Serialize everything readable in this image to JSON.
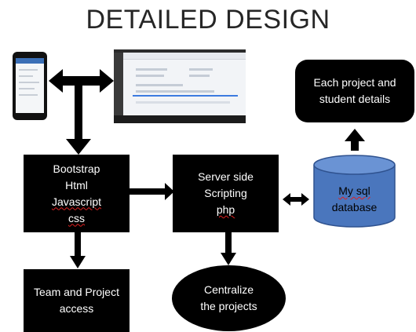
{
  "title": "DETAILED DESIGN",
  "nodes": {
    "frontend": {
      "line1": "Bootstrap",
      "line2": "Html",
      "line3": "Javascript",
      "line4": "css"
    },
    "server": {
      "line1": "Server side",
      "line2": "Scripting",
      "line3": "php"
    },
    "database": {
      "line1": "My sql",
      "line2": "database"
    },
    "details": {
      "line1": "Each project and",
      "line2": "student details"
    },
    "team": {
      "line1": "Team and Project",
      "line2": "access"
    },
    "centralize": {
      "line1": "Centralize",
      "line2": "the projects"
    }
  },
  "colors": {
    "box": "#000000",
    "database_fill": "#4a76bd",
    "database_stroke": "#2f528f",
    "title": "#262626"
  }
}
